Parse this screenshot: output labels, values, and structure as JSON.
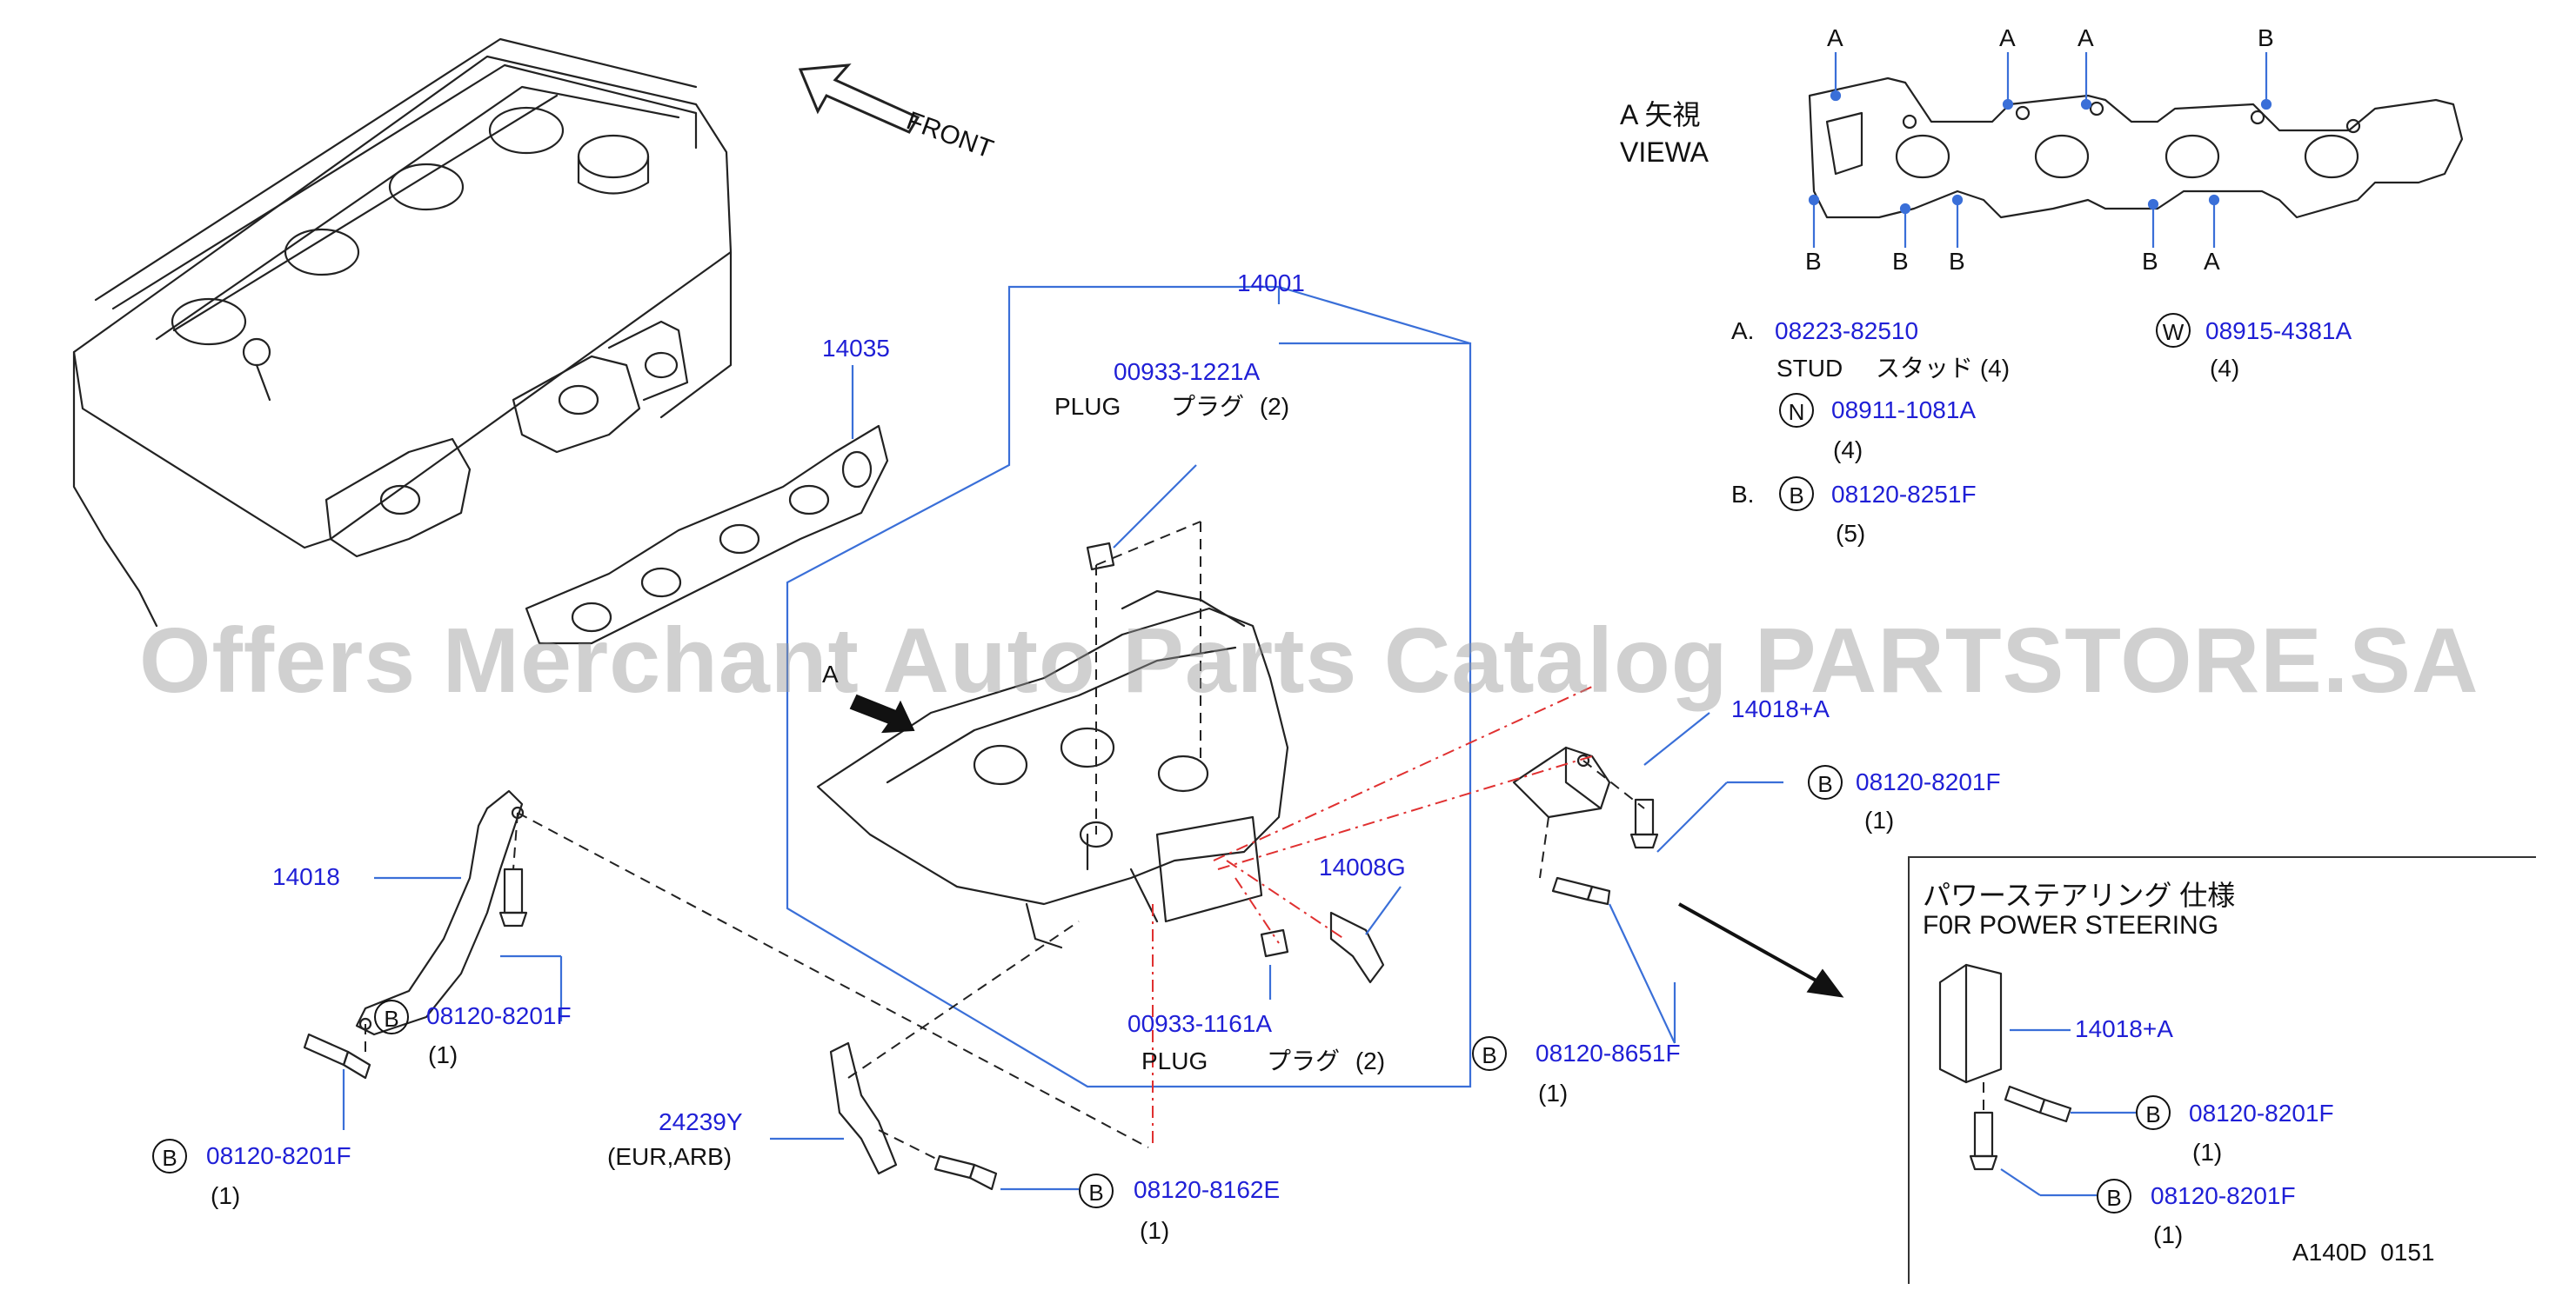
{
  "front_label": "FRONT",
  "view_a": {
    "title_jp": "A 矢視",
    "title_en": "VIEWA",
    "letters_top": [
      "A",
      "A",
      "A",
      "B"
    ],
    "letters_bottom": [
      "B",
      "B",
      "B",
      "B",
      "A"
    ]
  },
  "arrow_a_label": "A",
  "parts": {
    "p14001": "14001",
    "p14035": "14035",
    "p00933_1221A": "00933-1221A",
    "plug_top_en": "PLUG",
    "plug_top_jp": "プラグ",
    "plug_top_qty": "(2)",
    "p14018A_top": "14018+A",
    "p08120_8201F_r": "08120-8201F",
    "qty_r": "(1)",
    "p14008G": "14008G",
    "p14018": "14018",
    "p08120_8201F_l1": "08120-8201F",
    "qty_l1": "(1)",
    "p08120_8201F_l2": "08120-8201F",
    "qty_l2": "(1)",
    "p00933_1161A": "00933-1161A",
    "plug_bot_en": "PLUG",
    "plug_bot_jp": "プラグ",
    "plug_bot_qty": "(2)",
    "p08120_8651F": "08120-8651F",
    "qty_8651": "(1)",
    "p24239Y": "24239Y",
    "eur_arb": "(EUR,ARB)",
    "p08120_8162E": "08120-8162E",
    "qty_8162": "(1)"
  },
  "legend": {
    "a_prefix": "A.",
    "a_part": "08223-82510",
    "a_desc_en": "STUD",
    "a_desc_jp": "スタッド",
    "a_qty": "(4)",
    "n_symbol": "N",
    "n_part": "08911-1081A",
    "n_qty": "(4)",
    "w_symbol": "W",
    "w_part": "08915-4381A",
    "w_qty": "(4)",
    "b_prefix": "B.",
    "b_symbol": "B",
    "b_part": "08120-8251F",
    "b_qty": "(5)"
  },
  "power_steering": {
    "title_jp": "パワーステアリング 仕様",
    "title_en": "F0R  POWER  STEERING",
    "p14018A": "14018+A",
    "p1": "08120-8201F",
    "q1": "(1)",
    "p2": "08120-8201F",
    "q2": "(1)",
    "code": "A140D  0151"
  },
  "circle_b": "B",
  "watermark": "Offers Merchant Auto Parts Catalog PARTSTORE.SA",
  "colors": {
    "part_number": "#1f1fd6",
    "callout_line": "#2f5fd0",
    "red_dash": "#e03030",
    "ink": "#111111"
  }
}
